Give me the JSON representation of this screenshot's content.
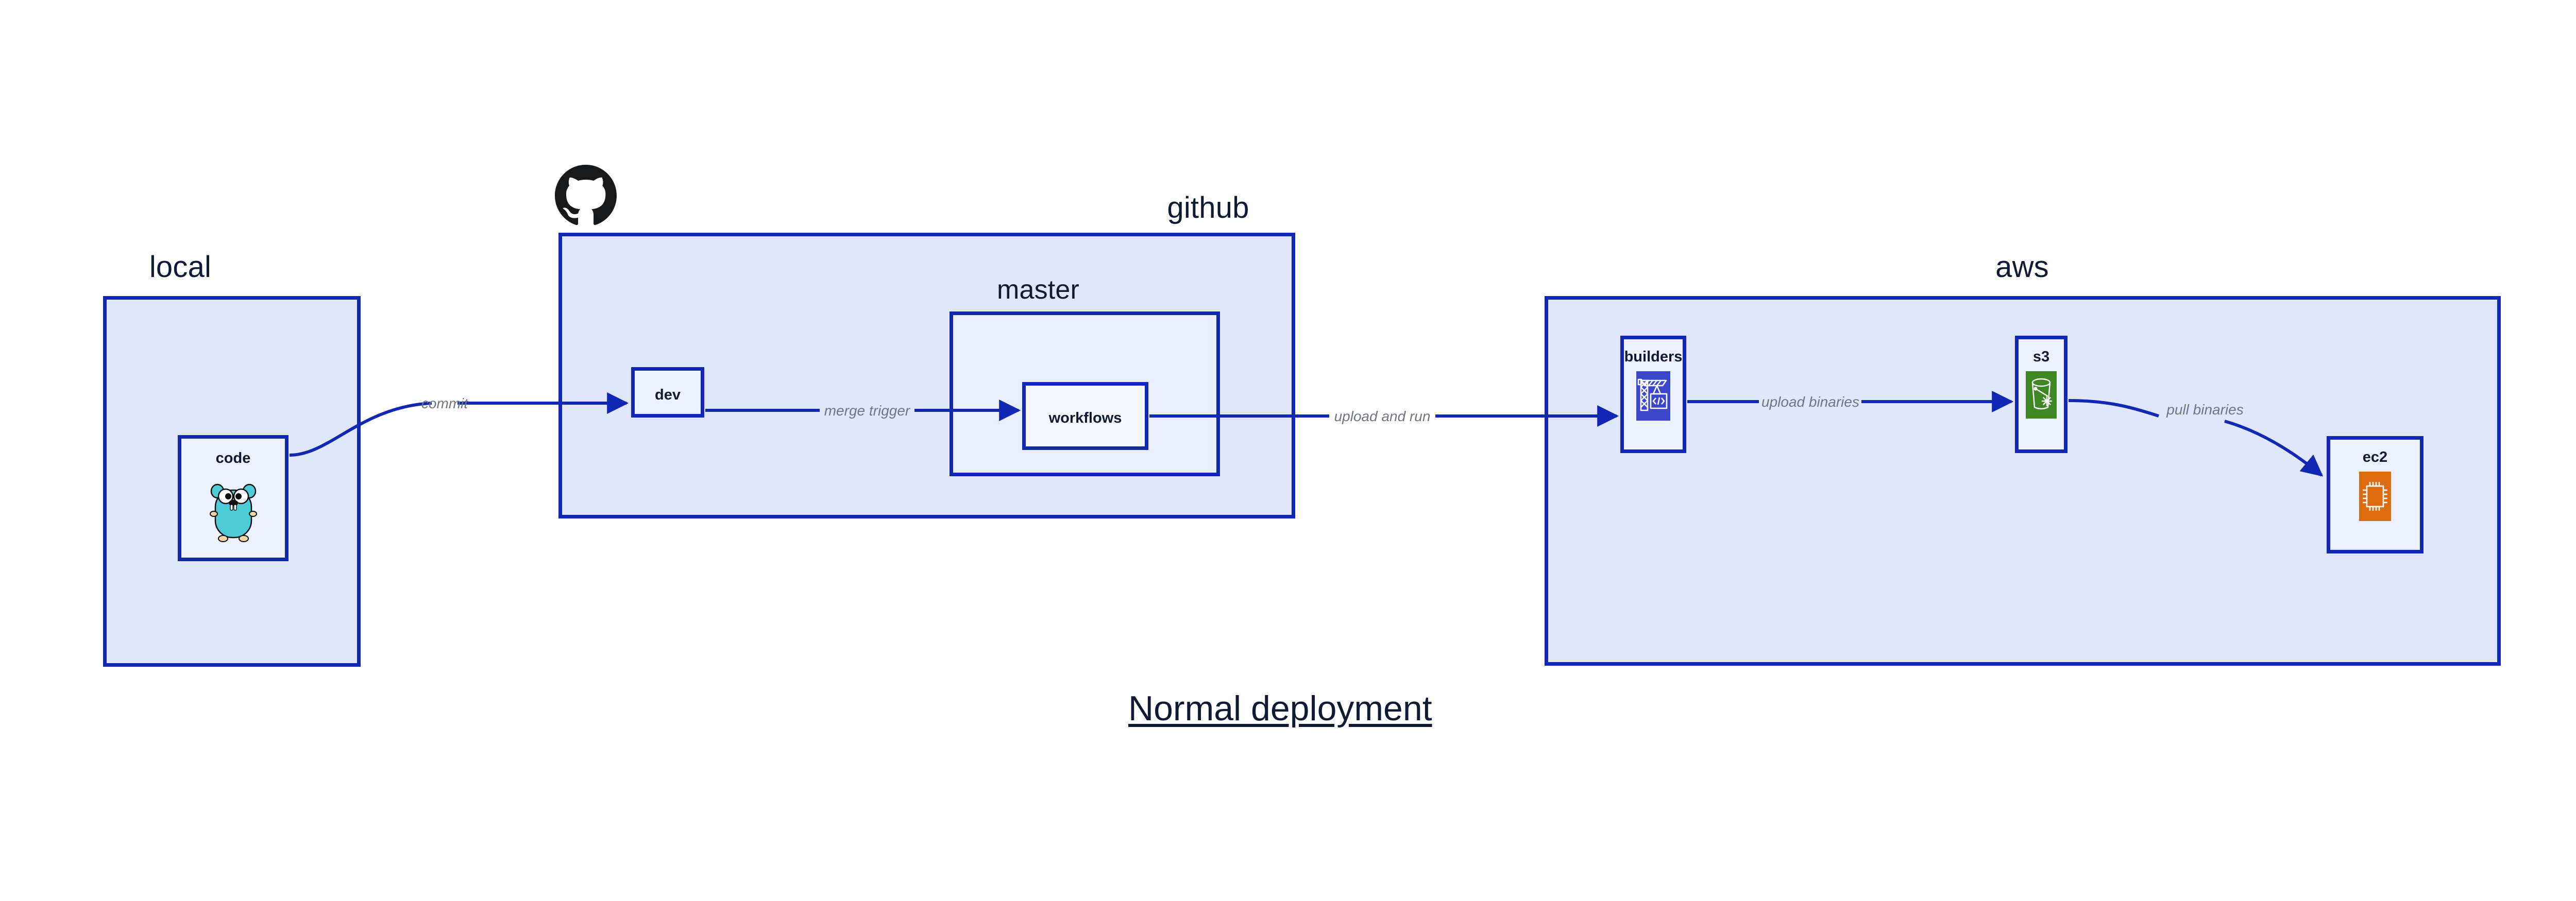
{
  "diagram": {
    "title": "Normal deployment",
    "accent_border": "#1128B5",
    "zone_fill": "#E1E7FA",
    "node_fill": "#EDF1FD",
    "edge_label_color": "#70757F"
  },
  "zones": [
    {
      "id": "local",
      "label": "local"
    },
    {
      "id": "github",
      "label": "github"
    },
    {
      "id": "aws",
      "label": "aws"
    }
  ],
  "subzones": [
    {
      "id": "master",
      "label": "master"
    }
  ],
  "nodes": [
    {
      "id": "code",
      "label": "code",
      "icon": "go-gopher-icon",
      "icon_color": "#4FCBD8"
    },
    {
      "id": "dev",
      "label": "dev",
      "icon": "none",
      "icon_color": ""
    },
    {
      "id": "workflows",
      "label": "workflows",
      "icon": "none",
      "icon_color": ""
    },
    {
      "id": "builders",
      "label": "builders",
      "icon": "aws-codebuild-icon",
      "icon_color": "#3B48CC"
    },
    {
      "id": "s3",
      "label": "s3",
      "icon": "aws-s3-glacier-icon",
      "icon_color": "#3F8624"
    },
    {
      "id": "ec2",
      "label": "ec2",
      "icon": "aws-ec2-chip-icon",
      "icon_color": "#DD6B10"
    }
  ],
  "edges": [
    {
      "id": "commit",
      "label": "commit",
      "from": "code",
      "to": "dev"
    },
    {
      "id": "merge-trigger",
      "label": "merge trigger",
      "from": "dev",
      "to": "workflows"
    },
    {
      "id": "upload-and-run",
      "label": "upload and run",
      "from": "workflows",
      "to": "builders"
    },
    {
      "id": "upload-binaries",
      "label": "upload binaries",
      "from": "builders",
      "to": "s3"
    },
    {
      "id": "pull-binaries",
      "label": "pull binaries",
      "from": "s3",
      "to": "ec2"
    }
  ],
  "logos": [
    {
      "id": "github-logo",
      "name": "github-mark-icon",
      "color": "#18191B"
    }
  ]
}
